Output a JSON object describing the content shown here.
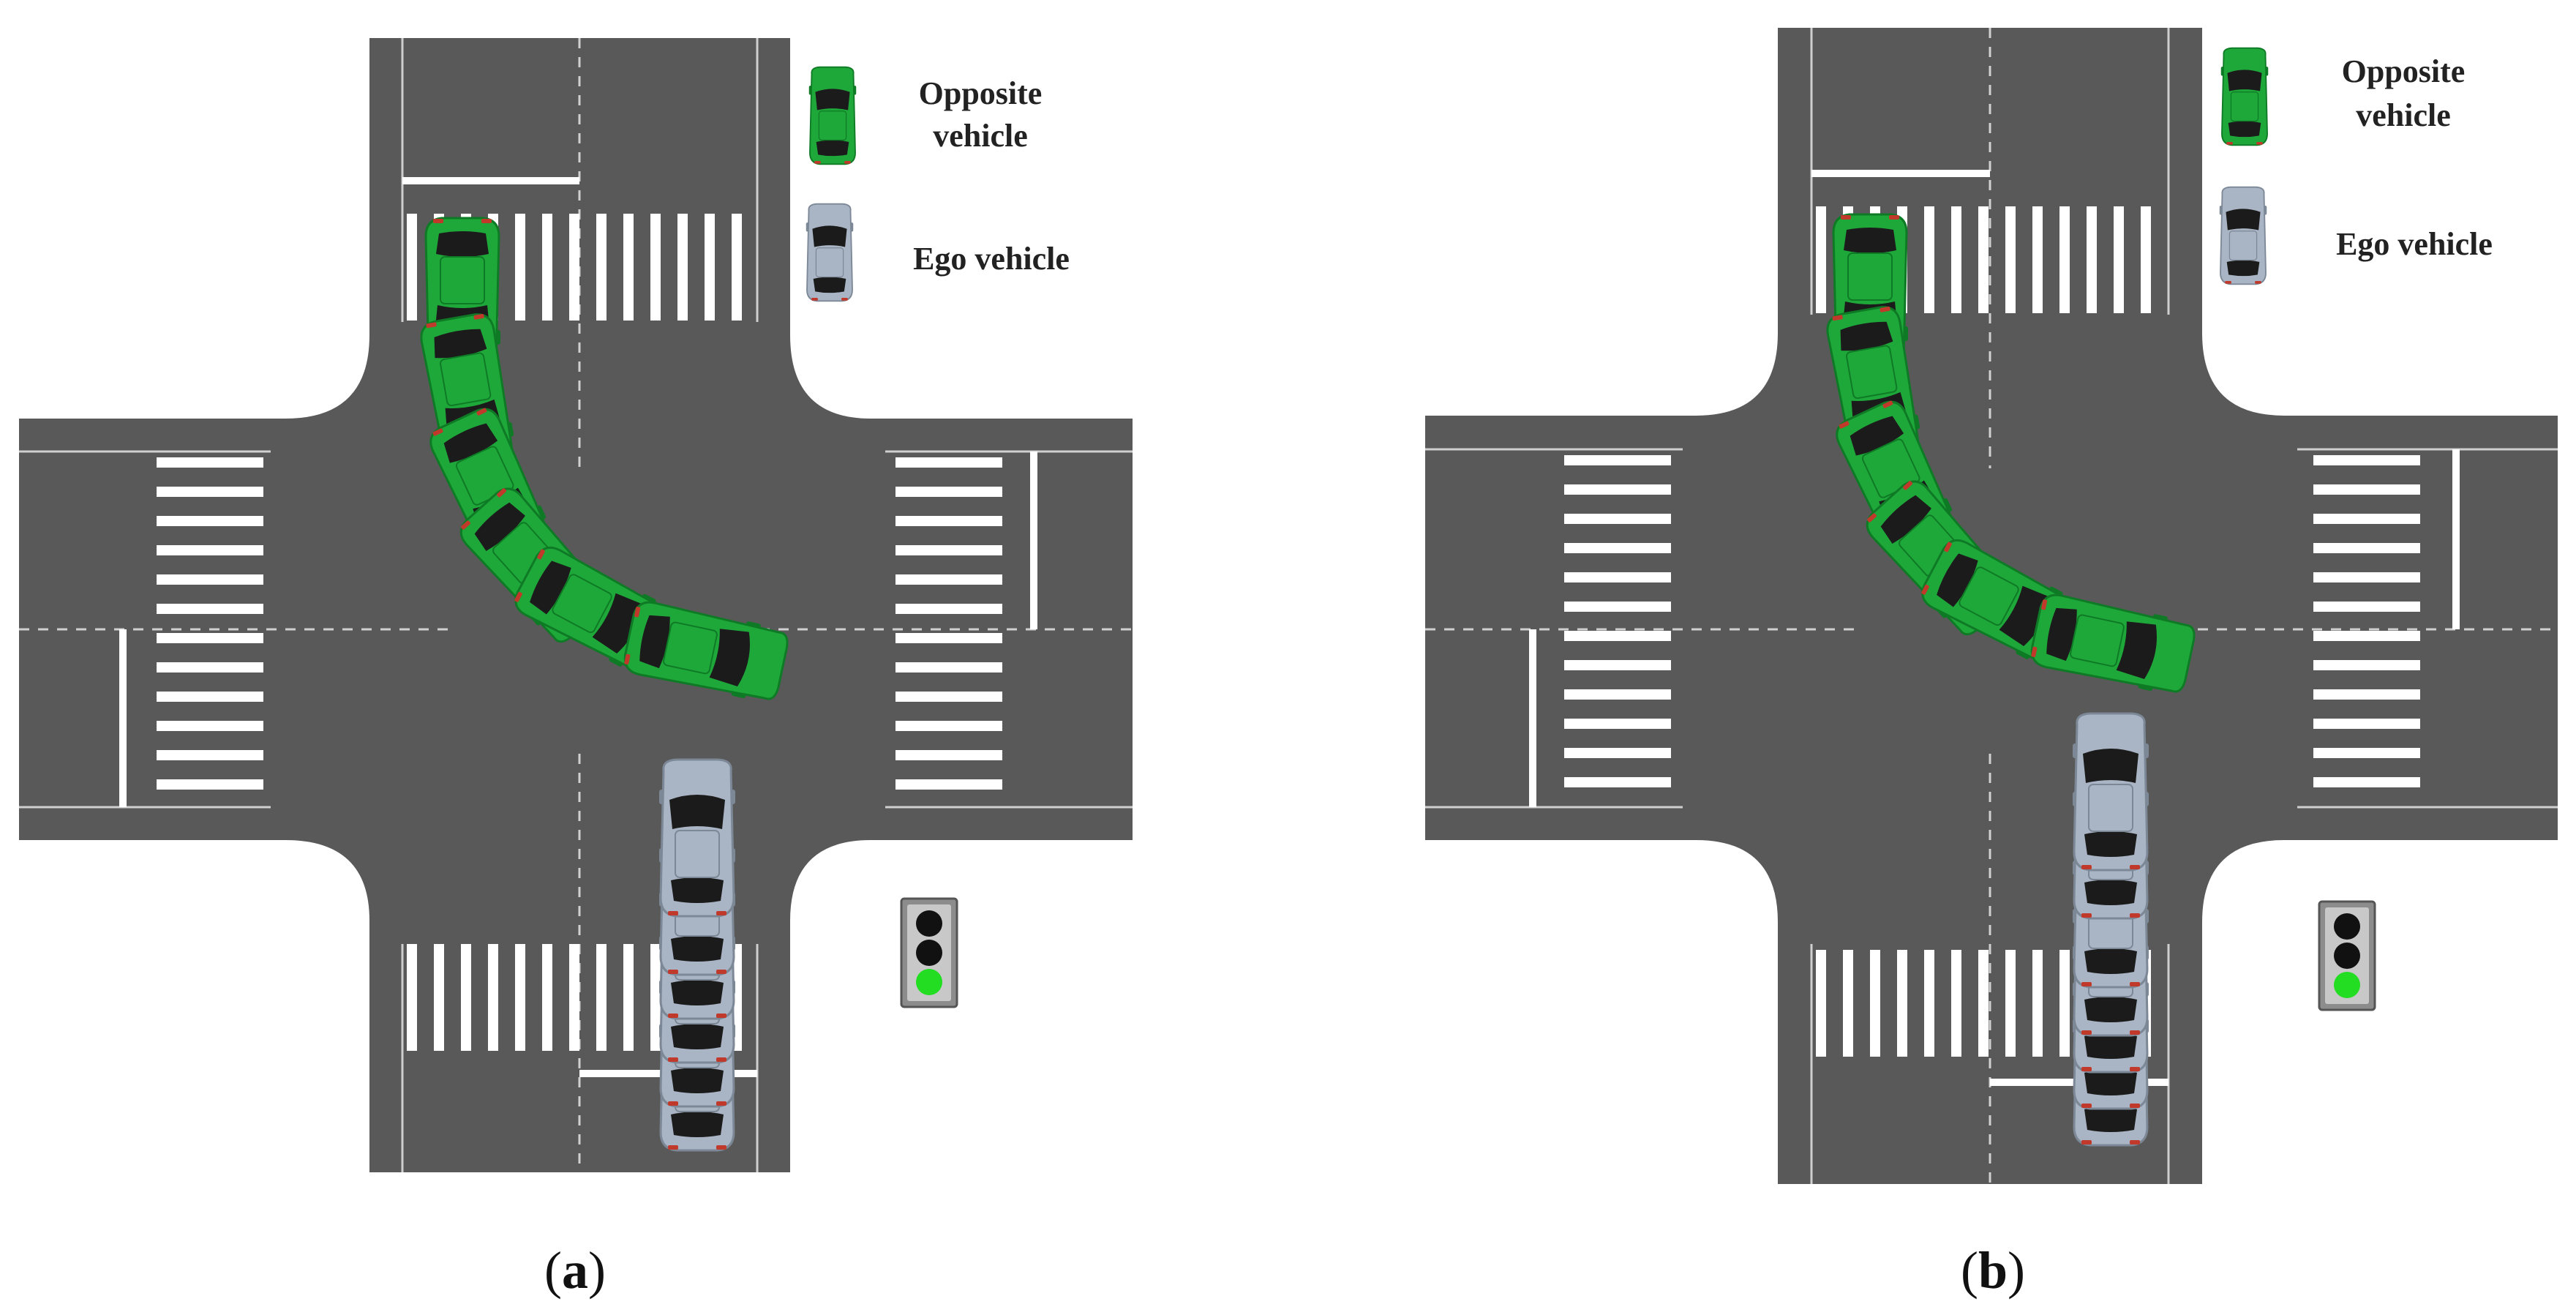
{
  "panels": [
    {
      "id": "a",
      "caption_open": "(",
      "caption_letter": "a",
      "caption_close": ")",
      "legend": {
        "opposite_line1": "Opposite",
        "opposite_line2": "vehicle",
        "ego": "Ego vehicle"
      },
      "traffic_light_active": "green"
    },
    {
      "id": "b",
      "caption_open": "(",
      "caption_letter": "b",
      "caption_close": ")",
      "legend": {
        "opposite_line1": "Opposite",
        "opposite_line2": "vehicle",
        "ego": "Ego vehicle"
      },
      "traffic_light_active": "green"
    }
  ],
  "colors": {
    "road": "#595959",
    "marking": "#ffffff",
    "opposite_vehicle": "#1fa83a",
    "opposite_vehicle_dark": "#0f7a25",
    "ego_vehicle": "#a9b4c4",
    "ego_vehicle_dark": "#7d8897",
    "windshield": "#1b1b1b",
    "light_off": "#111111",
    "light_green": "#22dd22",
    "light_housing": "#8c8c8c"
  },
  "icons": {
    "opposite": "green-car-icon",
    "ego": "silver-car-icon",
    "traffic_light": "traffic-light-icon"
  }
}
